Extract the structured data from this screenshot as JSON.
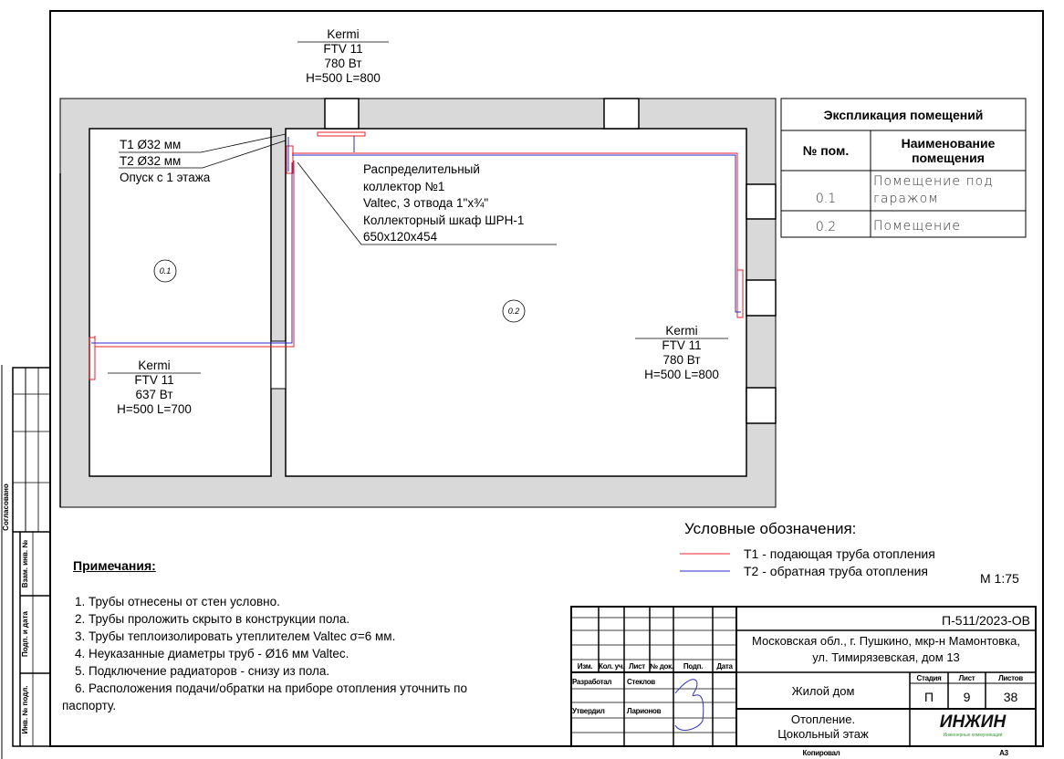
{
  "radiators": [
    {
      "brand": "Kermi",
      "model": "FTV 11",
      "power": "780 Вт",
      "size": "H=500 L=800"
    },
    {
      "brand": "Kermi",
      "model": "FTV 11",
      "power": "637 Вт",
      "size": "H=500 L=700"
    },
    {
      "brand": "Kermi",
      "model": "FTV 11",
      "power": "780 Вт",
      "size": "H=500 L=800"
    }
  ],
  "riser": {
    "t1": "T1 Ø32 мм",
    "t2": "T2 Ø32 мм",
    "note": "Опуск с 1 этажа"
  },
  "collector": [
    "Распределительный",
    "коллектор №1",
    "Valtec, 3 отвода 1\"x¾\"",
    "Коллекторный шкаф ШРН-1",
    "650x120x454"
  ],
  "rooms": [
    {
      "tag": "0.1"
    },
    {
      "tag": "0.2"
    }
  ],
  "explication": {
    "title": "Экспликация помещений",
    "col_num": "№ пом.",
    "col_name": "Наименование помещения",
    "rows": [
      {
        "num": "0.1",
        "name": "Помещение под гаражом"
      },
      {
        "num": "0.2",
        "name": "Помещение"
      }
    ]
  },
  "legend": {
    "title": "Условные обозначения:",
    "items": [
      {
        "label": "T1 - подающая труба отопления",
        "color": "#e8202a"
      },
      {
        "label": "T2 - обратная труба отопления",
        "color": "#2a2ad0"
      }
    ],
    "scale": "М 1:75"
  },
  "notes": {
    "title": "Примечания:",
    "items": [
      "1.     Трубы отнесены от стен условно.",
      "2.     Трубы проложить скрыто в конструкции пола.",
      "3.     Трубы теплоизолировать утеплителем Valtec σ=6 мм.",
      "4.     Неуказанные диаметры труб - Ø16 мм Valtec.",
      "5.     Подключение радиаторов - снизу из пола.",
      "6.     Расположения подачи/обратки на приборе отопления уточнить по",
      "паспорту."
    ]
  },
  "title_block": {
    "code": "П-511/2023-ОВ",
    "address1": "Московская обл., г. Пушкино, мкр-н Мамонтовка,",
    "address2": "ул. Тимирязевская, дом 13",
    "building": "Жилой дом",
    "sheet_title1": "Отопление.",
    "sheet_title2": "Цокольный этаж",
    "stage_label": "Стадия",
    "sheet_label": "Лист",
    "sheets_label": "Листов",
    "stage": "П",
    "sheet": "9",
    "sheets": "38",
    "cols": [
      "Изм.",
      "Кол. уч.",
      "Лист",
      "№ док.",
      "Подп.",
      "Дата"
    ],
    "developed_label": "Разработал",
    "developed_by": "Стеклов",
    "approved_label": "Утвердил",
    "approved_by": "Ларионов",
    "logo": "ИНЖИН",
    "logo_sub": "Инженерные коммуникации",
    "copied": "Копировал",
    "format": "А3"
  },
  "side_stamp": {
    "agreed": "Согласовано",
    "inv_replace": "Взам. инв. №",
    "sign_date": "Подп. и дата",
    "inv_orig": "Инв. № подл."
  }
}
